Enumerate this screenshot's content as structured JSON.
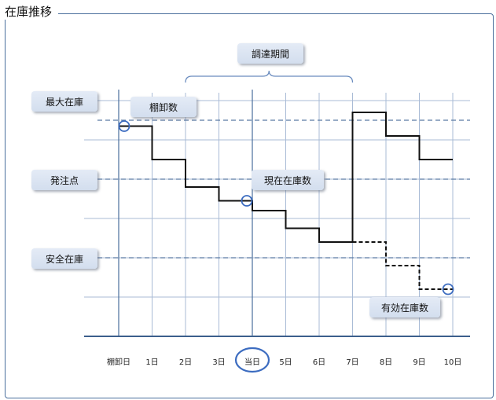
{
  "title": "在庫推移",
  "labels": {
    "max_stock": "最大在庫",
    "reorder_point": "発注点",
    "safety_stock": "安全在庫",
    "inventory_count": "棚卸数",
    "current_stock": "現在在庫数",
    "effective_stock": "有効在庫数",
    "procurement_period": "調達期間"
  },
  "x_ticks": [
    "棚卸日",
    "1日",
    "2日",
    "3日",
    "当日",
    "5日",
    "6日",
    "7日",
    "8日",
    "9日",
    "10日"
  ],
  "chart_data": {
    "type": "line",
    "title": "在庫推移",
    "categories": [
      "棚卸日",
      "1日",
      "2日",
      "3日",
      "当日",
      "5日",
      "6日",
      "7日",
      "8日",
      "9日",
      "10日"
    ],
    "levels": {
      "max_stock": 5.5,
      "reorder_point": 4.0,
      "safety_stock": 2.0
    },
    "series": [
      {
        "name": "現在在庫数",
        "style": "solid",
        "steps": [
          {
            "from": 0,
            "to": 1,
            "value": 5.35
          },
          {
            "from": 1,
            "to": 2,
            "value": 4.5
          },
          {
            "from": 2,
            "to": 3,
            "value": 3.8
          },
          {
            "from": 3,
            "to": 4,
            "value": 3.45
          },
          {
            "from": 4,
            "to": 5,
            "value": 3.2
          },
          {
            "from": 5,
            "to": 6,
            "value": 2.75
          },
          {
            "from": 6,
            "to": 7,
            "value": 2.4
          },
          {
            "from": 7,
            "to": 8,
            "value": 5.7
          },
          {
            "from": 8,
            "to": 9,
            "value": 5.1
          },
          {
            "from": 9,
            "to": 10,
            "value": 4.5
          }
        ]
      },
      {
        "name": "有効在庫数",
        "style": "dashed",
        "steps": [
          {
            "from": 7,
            "to": 8,
            "value": 2.4
          },
          {
            "from": 8,
            "to": 9,
            "value": 1.8
          },
          {
            "from": 9,
            "to": 10,
            "value": 1.2
          }
        ]
      }
    ],
    "markers": [
      {
        "x": 0,
        "value": 5.35,
        "label": "棚卸数"
      },
      {
        "x": 4,
        "value": 3.45,
        "label": "現在在庫数"
      },
      {
        "x": 10,
        "value": 1.2,
        "label": "有効在庫数"
      }
    ],
    "today_index": 4,
    "procurement_period": {
      "from": 2,
      "to": 7,
      "label": "調達期間"
    },
    "ylim": [
      0,
      6
    ]
  }
}
